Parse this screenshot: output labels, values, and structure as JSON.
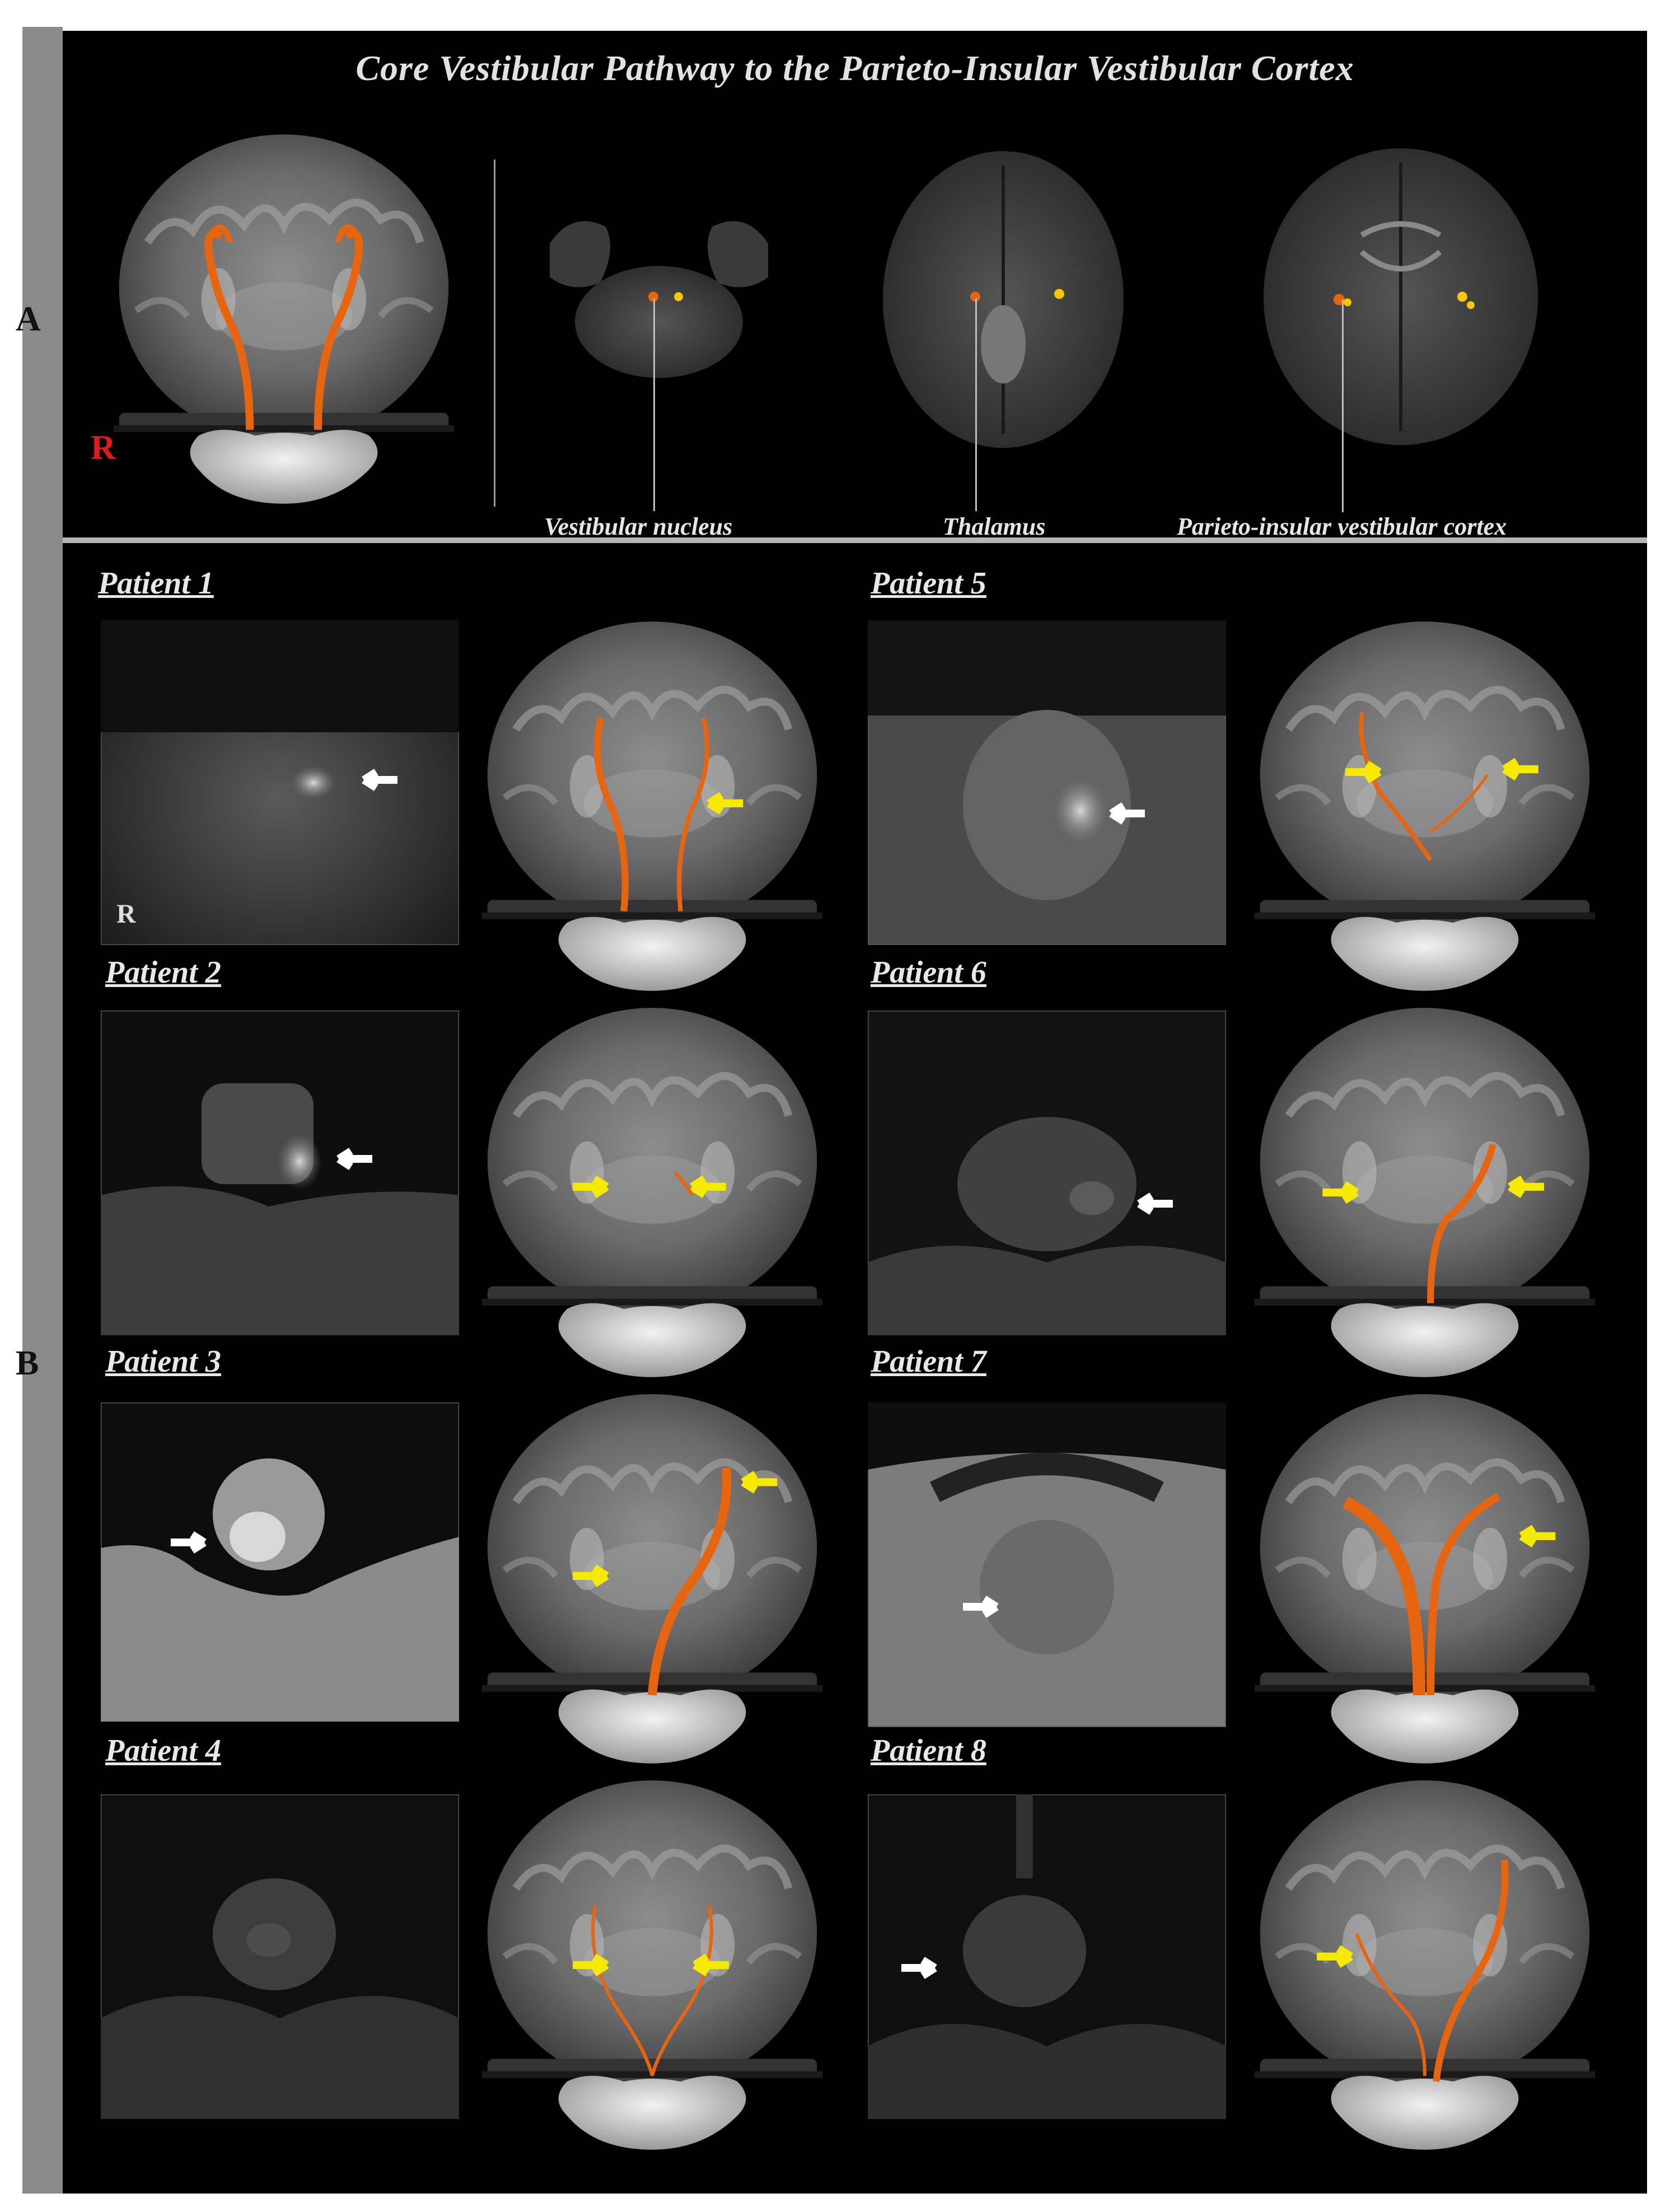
{
  "figure": {
    "panel_a": {
      "side_label": "A",
      "title": "Core Vestibular Pathway to the Parieto-Insular Vestibular Cortex",
      "orientation_marker": "R",
      "captions": [
        "Vestibular nucleus",
        "Thalamus",
        "Parieto-insular vestibular cortex"
      ]
    },
    "panel_b": {
      "side_label": "B",
      "orientation_marker": "R",
      "patients": [
        "Patient 1",
        "Patient 2",
        "Patient 3",
        "Patient 4",
        "Patient 5",
        "Patient 6",
        "Patient 7",
        "Patient 8"
      ]
    },
    "colors": {
      "background": "#000000",
      "tract": "#e8650f",
      "lesion_arrow": "#ffffff",
      "pathway_arrow": "#f5ea00",
      "marker_red": "#e01b1b"
    }
  }
}
